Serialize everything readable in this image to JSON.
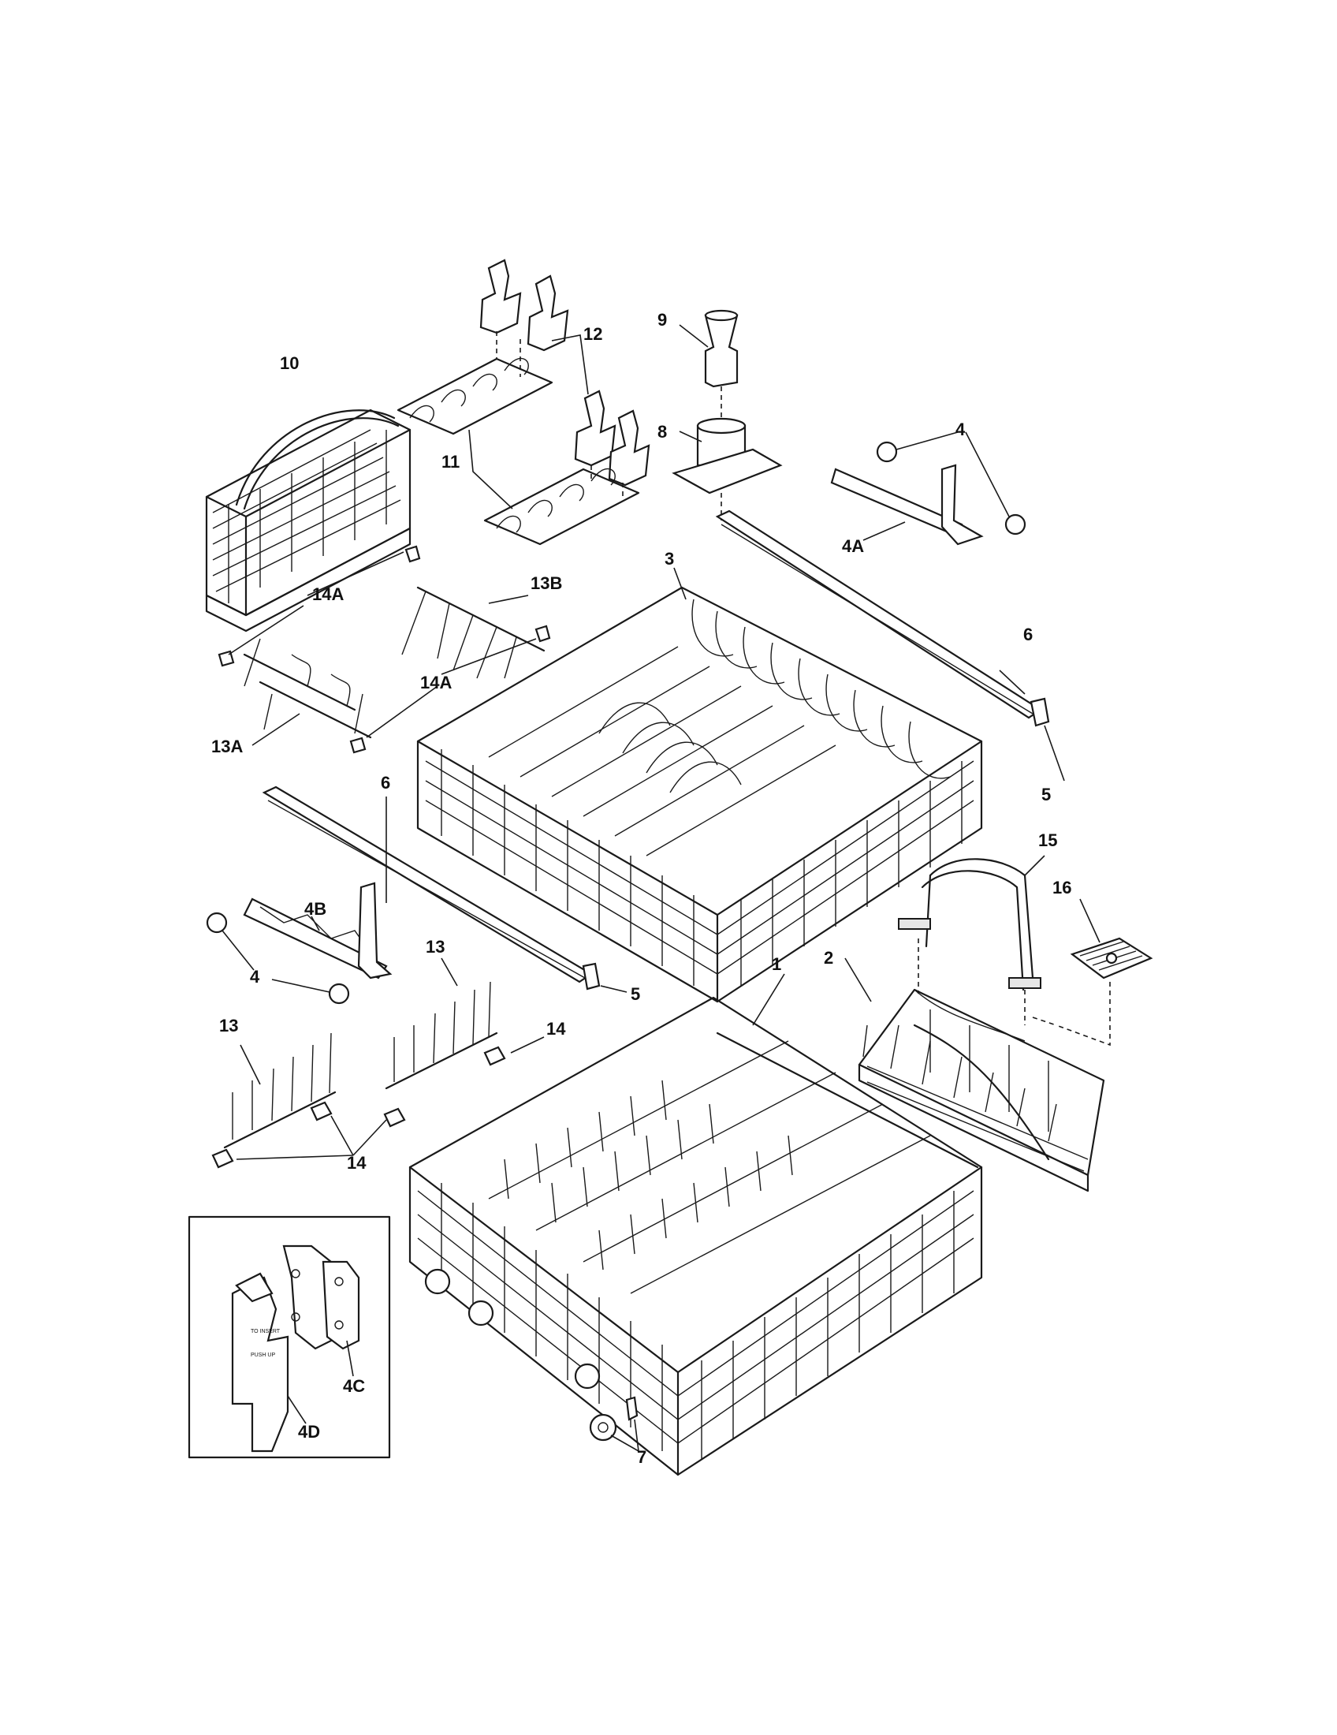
{
  "callouts": {
    "c1": "1",
    "c2": "2",
    "c3": "3",
    "c4_top": "4",
    "c4_left": "4",
    "c4A": "4A",
    "c4B": "4B",
    "c4C": "4C",
    "c4D": "4D",
    "c5_right": "5",
    "c5_mid": "5",
    "c6_right": "6",
    "c6_left": "6",
    "c7": "7",
    "c8": "8",
    "c9": "9",
    "c10": "10",
    "c11": "11",
    "c12": "12",
    "c13_mid": "13",
    "c13_left": "13",
    "c13A": "13A",
    "c13B": "13B",
    "c14_right": "14",
    "c14_bottom": "14",
    "c14A_top": "14A",
    "c14A_mid": "14A",
    "c15": "15",
    "c16": "16"
  },
  "colors": {
    "line": "#1a1a1a",
    "background": "#ffffff"
  }
}
